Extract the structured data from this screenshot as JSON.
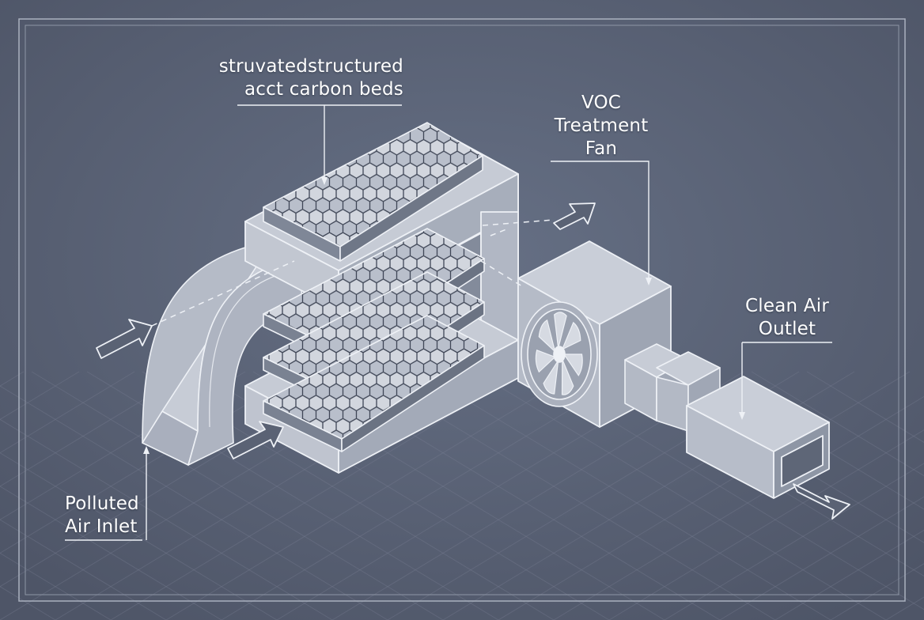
{
  "labels": {
    "carbon_beds": [
      "struvatedstructured",
      "acct carbon beds"
    ],
    "fan": [
      "VOC",
      "Treatment",
      "Fan"
    ],
    "outlet": [
      "Clean Air",
      "Outlet"
    ],
    "inlet": [
      "Polluted",
      "Air Inlet"
    ]
  },
  "colors": {
    "background": "#5a6274",
    "component_face_light": "#c7ccd6",
    "component_face_mid": "#aeb4c1",
    "component_face_dark": "#98a0ae",
    "line": "#eef1f6"
  },
  "icons": [
    "fan-icon",
    "arrow-icon"
  ]
}
